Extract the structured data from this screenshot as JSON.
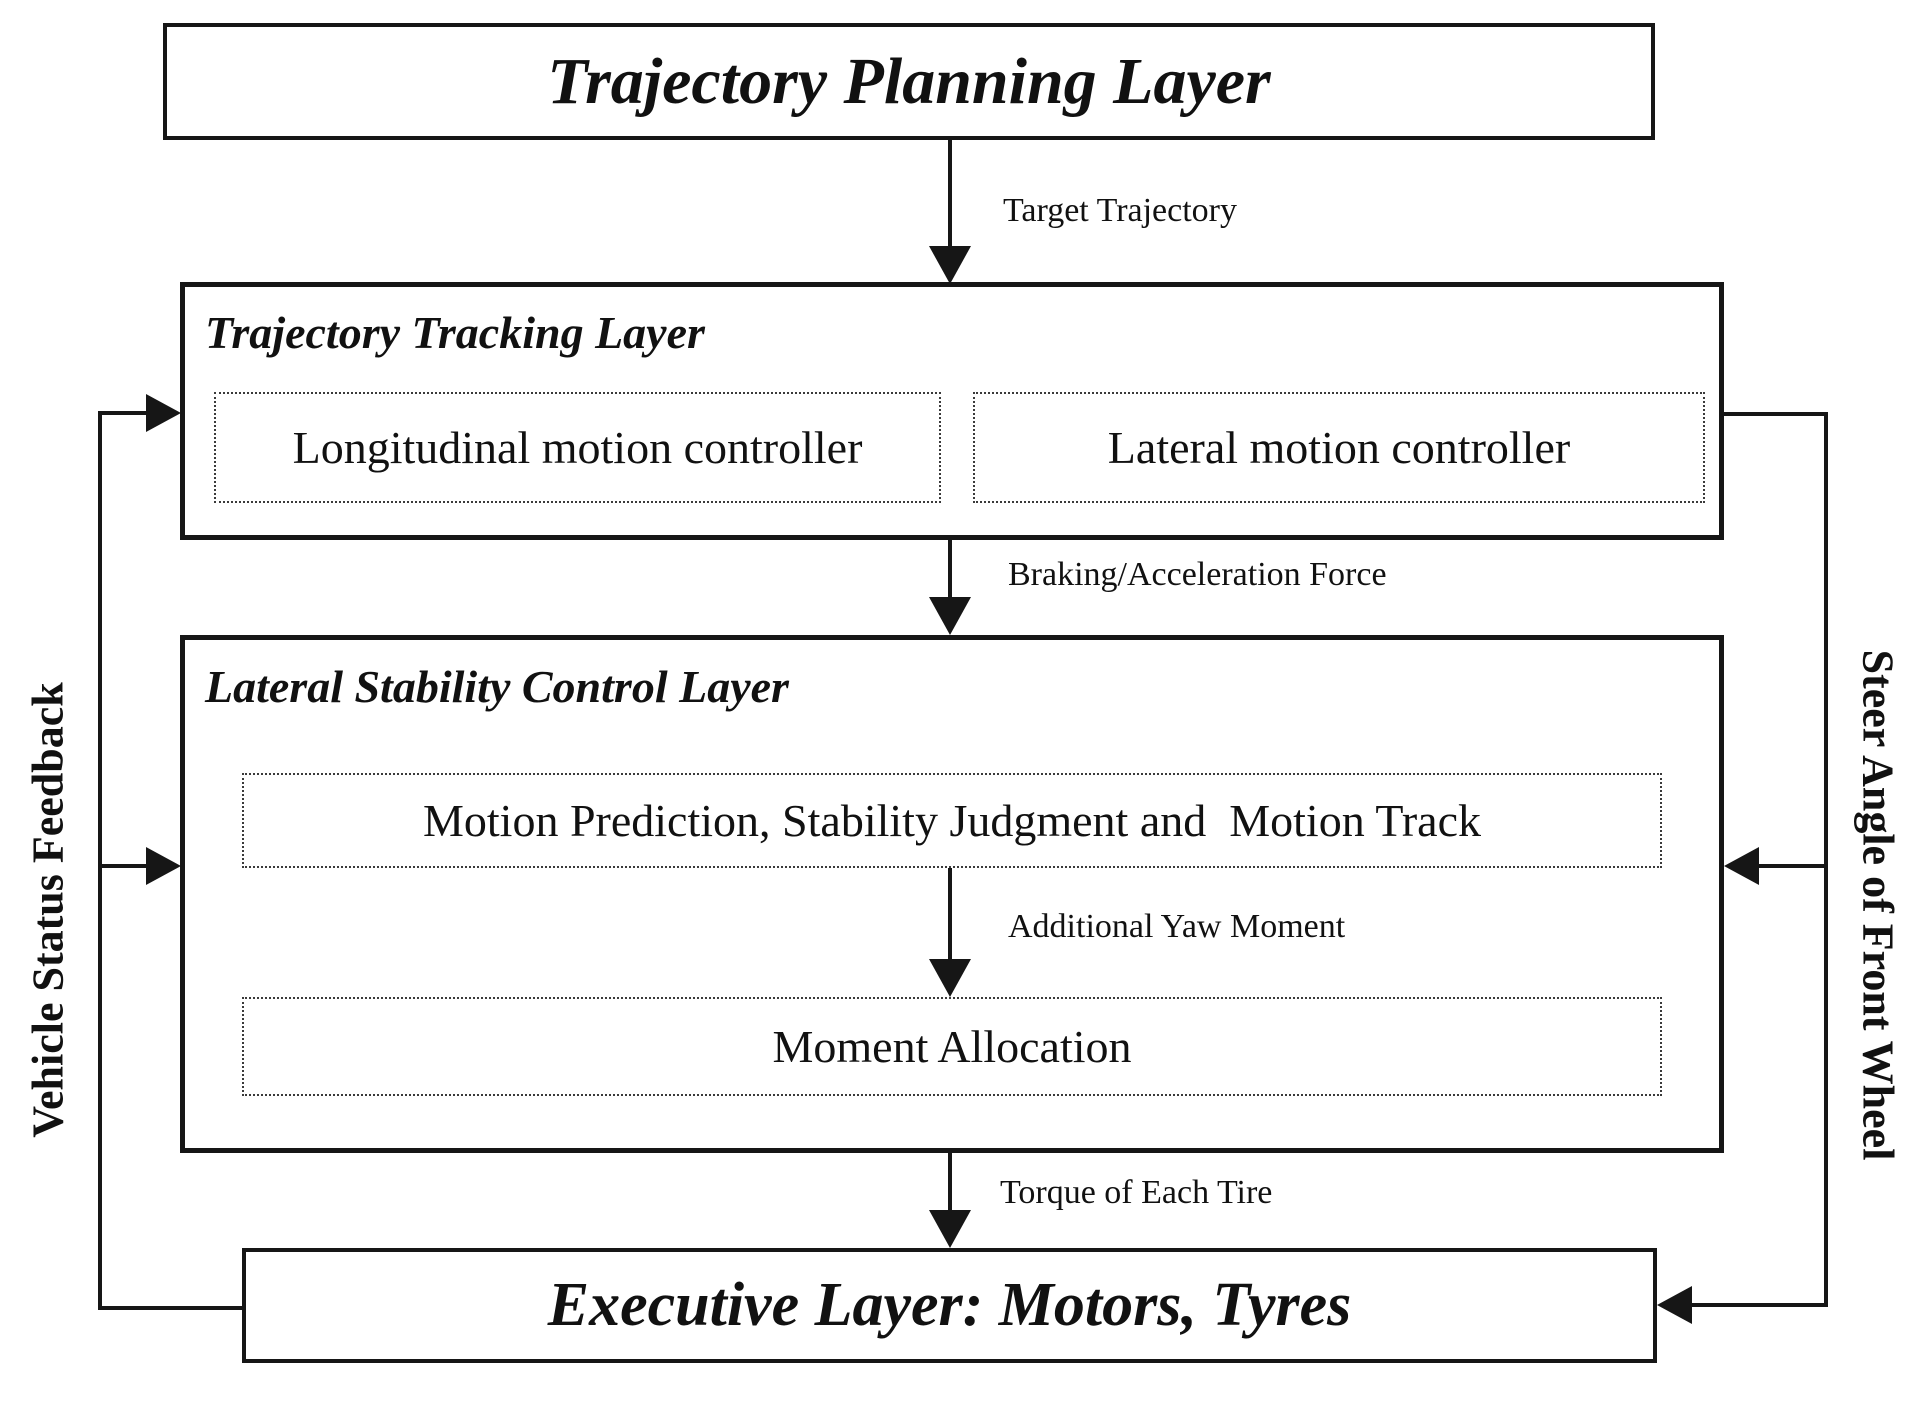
{
  "layers": {
    "planning": {
      "title": "Trajectory Planning Layer"
    },
    "tracking": {
      "title": "Trajectory Tracking Layer",
      "longitudinal": "Longitudinal motion controller",
      "lateral": "Lateral motion controller"
    },
    "stability": {
      "title": "Lateral Stability Control Layer",
      "motion_prediction": "Motion Prediction, Stability Judgment and  Motion Track",
      "moment_allocation": "Moment Allocation"
    },
    "executive": {
      "title": "Executive Layer: Motors, Tyres"
    }
  },
  "flows": {
    "target_trajectory": "Target Trajectory",
    "braking_acceleration_force": "Braking/Acceleration Force",
    "additional_yaw_moment": "Additional Yaw Moment",
    "torque_of_each_tire": "Torque of Each Tire",
    "vehicle_status_feedback": "Vehicle Status Feedback",
    "steer_angle_of_front_wheel": "Steer Angle of Front Wheel"
  },
  "colors": {
    "ink": "#161616",
    "background": "#ffffff"
  }
}
